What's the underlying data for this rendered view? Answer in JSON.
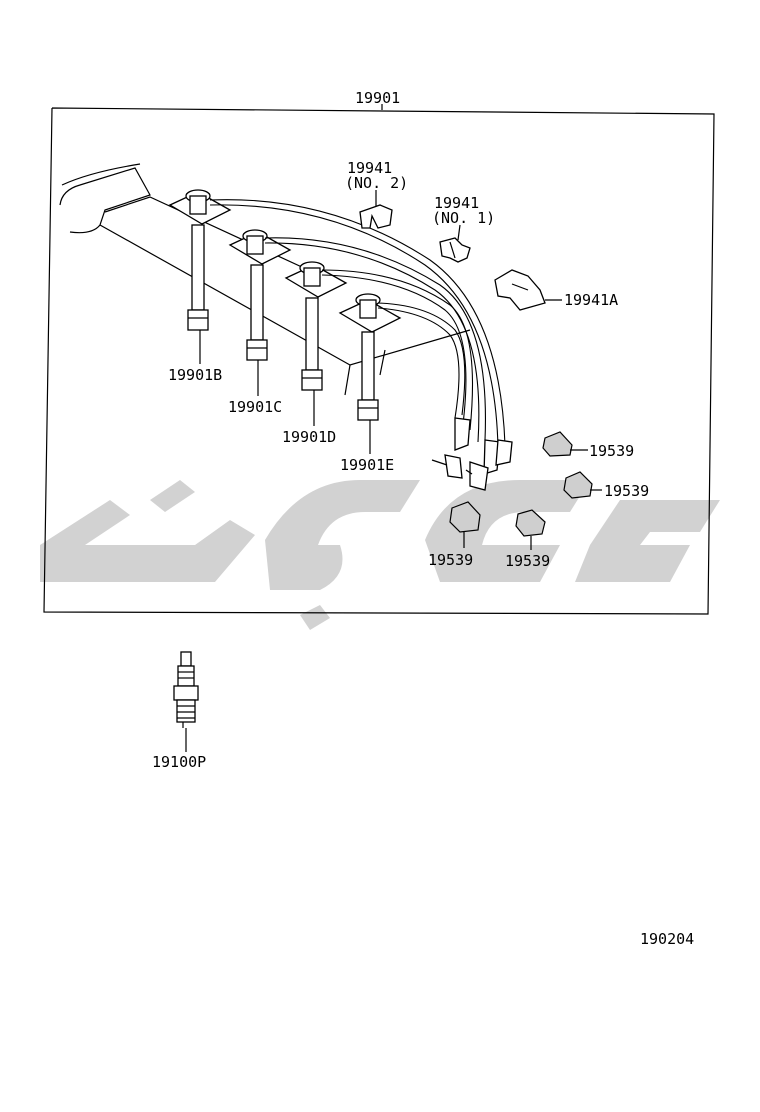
{
  "diagram": {
    "assembly_label": "19901",
    "labels": {
      "clamp_no2_part": "19941",
      "clamp_no2_note": "(NO. 2)",
      "clamp_no1_part": "19941",
      "clamp_no1_note": "(NO. 1)",
      "clamp_a": "19941A",
      "cord_b": "19901B",
      "cord_c": "19901C",
      "cord_d": "19901D",
      "cord_e": "19901E",
      "boot_1": "19539",
      "boot_2": "19539",
      "boot_3": "19539",
      "boot_4": "19539",
      "spark_plug": "19100P",
      "figure_number": "190204"
    }
  }
}
